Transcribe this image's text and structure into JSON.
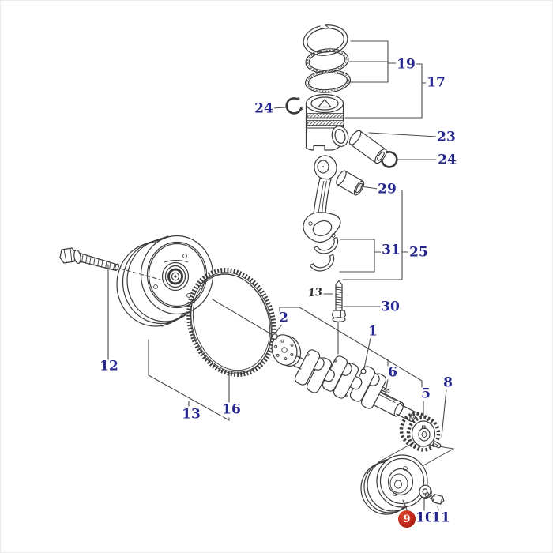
{
  "diagram": {
    "kind": "exploded-parts-diagram",
    "visible_part_numbers": [
      "1",
      "2",
      "5",
      "6",
      "8",
      "9",
      "10",
      "11",
      "12",
      "13",
      "16",
      "17",
      "19",
      "23",
      "24",
      "25",
      "29",
      "30",
      "31"
    ],
    "callouts": {
      "n1": "1",
      "n2": "2",
      "n5": "5",
      "n6": "6",
      "n8": "8",
      "n10": "10",
      "n11": "11",
      "n12": "12",
      "n13": "13",
      "n16": "16",
      "n17": "17",
      "n19": "19",
      "n23": "23",
      "n24": "24",
      "n25": "25",
      "n29": "29",
      "n30": "30",
      "n31": "31"
    },
    "stamp": {
      "text": "13"
    }
  },
  "highlight": {
    "number": "9",
    "badge_color": "#c0281b",
    "text_color": "#ffffff"
  },
  "colors": {
    "callout": "#26268f",
    "line_art": "#3a3a3a",
    "background": "#ffffff"
  }
}
